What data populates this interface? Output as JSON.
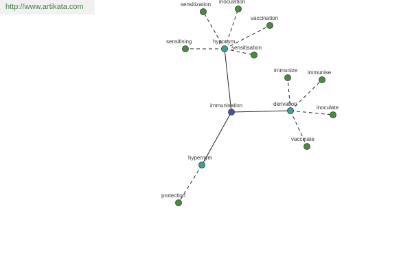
{
  "watermark": "http://www.artikata.com",
  "colors": {
    "center": "#4b4fa8",
    "relation": "#3e9e9a",
    "leaf": "#4a8c3e",
    "edge": "#222222"
  },
  "nodes": {
    "center": {
      "label": "immunisation",
      "kind": "center"
    },
    "hyponym": {
      "label": "hyponym",
      "kind": "relation"
    },
    "derivation": {
      "label": "derivation",
      "kind": "relation"
    },
    "hypernym": {
      "label": "hypernym",
      "kind": "relation"
    },
    "sensitization": {
      "label": "sensitization",
      "kind": "leaf"
    },
    "inoculation": {
      "label": "inoculation",
      "kind": "leaf"
    },
    "vaccination": {
      "label": "vaccination",
      "kind": "leaf"
    },
    "sensitising": {
      "label": "sensitising",
      "kind": "leaf"
    },
    "sensitisation": {
      "label": "sensitisation",
      "kind": "leaf"
    },
    "immunize": {
      "label": "immunize",
      "kind": "leaf"
    },
    "immunise": {
      "label": "immunise",
      "kind": "leaf"
    },
    "inoculate": {
      "label": "inoculate",
      "kind": "leaf"
    },
    "vaccinate": {
      "label": "vaccinate",
      "kind": "leaf"
    },
    "protection": {
      "label": "protection",
      "kind": "leaf"
    }
  }
}
